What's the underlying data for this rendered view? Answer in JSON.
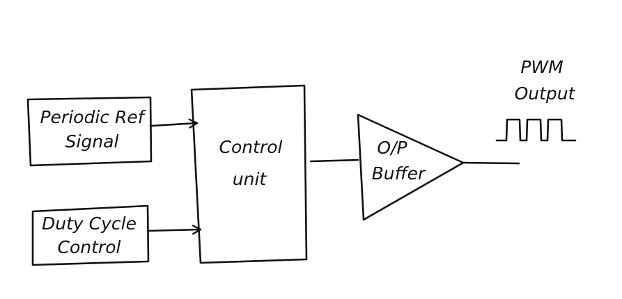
{
  "diagram": {
    "blocks": {
      "periodic_ref": {
        "line1": "Periodic Ref",
        "line2": "Signal"
      },
      "duty_cycle": {
        "line1": "Duty Cycle",
        "line2": "Control"
      },
      "control_unit": {
        "line1": "Control",
        "line2": "unit"
      },
      "buffer": {
        "line1": "O/P",
        "line2": "Buffer"
      }
    },
    "output": {
      "line1": "PWM",
      "line2": "Output"
    }
  }
}
